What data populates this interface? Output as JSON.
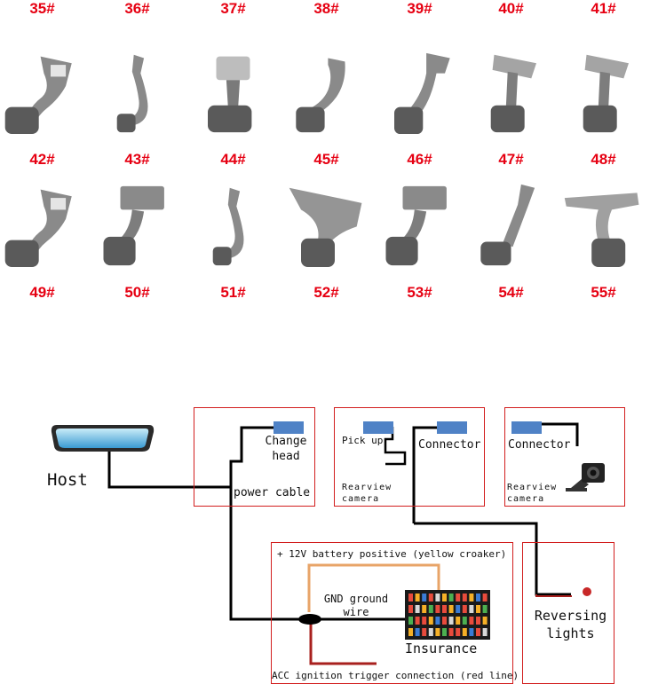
{
  "catalog": {
    "items": [
      {
        "label": "35#",
        "shape": "arm-head"
      },
      {
        "label": "36#",
        "shape": "arm-head"
      },
      {
        "label": "37#",
        "shape": "arm-head"
      },
      {
        "label": "38#",
        "shape": "arm-head"
      },
      {
        "label": "39#",
        "shape": "arm-head"
      },
      {
        "label": "40#",
        "shape": "arm-head"
      },
      {
        "label": "41#",
        "shape": "arm-head"
      },
      {
        "label": "42#",
        "shape": "wide-head"
      },
      {
        "label": "43#",
        "shape": "thin-hook"
      },
      {
        "label": "44#",
        "shape": "clip-top"
      },
      {
        "label": "45#",
        "shape": "curve-arm"
      },
      {
        "label": "46#",
        "shape": "tall-arm"
      },
      {
        "label": "47#",
        "shape": "clamp-arm"
      },
      {
        "label": "48#",
        "shape": "clamp-arm"
      },
      {
        "label": "49#",
        "shape": "wide-head"
      },
      {
        "label": "50#",
        "shape": "bracket-arm"
      },
      {
        "label": "51#",
        "shape": "thin-hook"
      },
      {
        "label": "52#",
        "shape": "wide-plate"
      },
      {
        "label": "53#",
        "shape": "bracket-arm"
      },
      {
        "label": "54#",
        "shape": "long-stick"
      },
      {
        "label": "55#",
        "shape": "plate-top"
      }
    ]
  },
  "diagram": {
    "host": "Host",
    "box1": {
      "change_head": "Change head",
      "power_cable": "power cable"
    },
    "box2": {
      "pick_up": "Pick up",
      "connector": "Connector",
      "rearview_camera": "Rearview camera"
    },
    "box3": {
      "connector": "Connector",
      "rearview_camera": "Rearview camera"
    },
    "box4": {
      "battery": "+ 12V battery positive (yellow croaker)",
      "gnd": "GND ground wire",
      "insurance": "Insurance",
      "acc": "ACC ignition trigger connection (red line)"
    },
    "box5": {
      "reversing": "Reversing lights"
    },
    "colors": {
      "wire": "#000000",
      "battery_wire": "#e8a468",
      "acc_wire": "#a8201e",
      "box_border": "#d21e1e",
      "connector": "#4f82c6",
      "reversing_dot": "#c82828"
    }
  }
}
